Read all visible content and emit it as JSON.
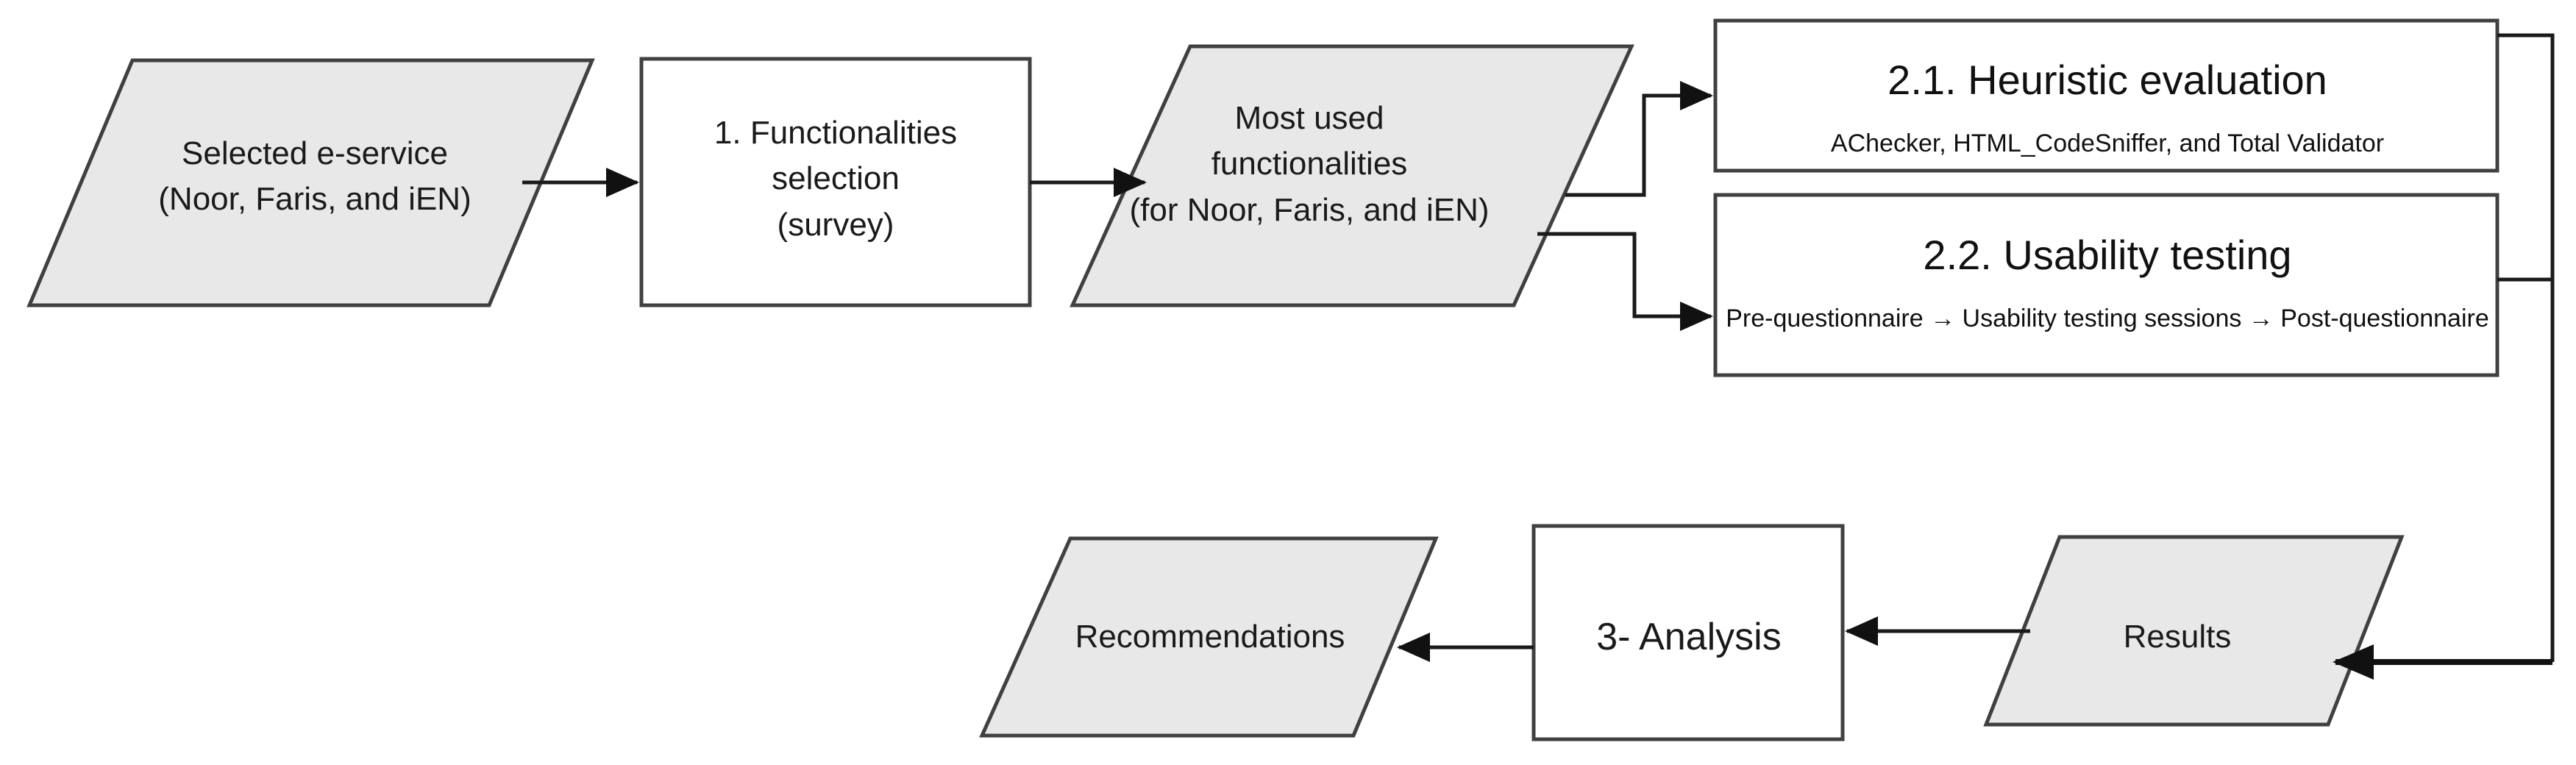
{
  "diagram": {
    "title": "Research methodology flowchart",
    "colors": {
      "shape_gray_fill": "#e8e8e8",
      "shape_white_fill": "#ffffff",
      "stroke": "#404040",
      "connector": "#1a1a1a",
      "text": "#1a1a1a"
    },
    "nodes": {
      "selected_eservice": {
        "shape": "parallelogram",
        "text": "Selected e-service\n(Noor, Faris, and iEN)"
      },
      "functionalities_selection": {
        "shape": "rectangle",
        "text": "1. Functionalities\nselection\n(survey)"
      },
      "most_used_functionalities": {
        "shape": "parallelogram",
        "text": "Most used\nfunctionalities\n(for Noor, Faris, and iEN)"
      },
      "heuristic_evaluation": {
        "shape": "rectangle",
        "title": "2.1. Heuristic evaluation",
        "subtitle": "AChecker, HTML_CodeSniffer, and Total Validator"
      },
      "usability_testing": {
        "shape": "rectangle",
        "title": "2.2. Usability testing",
        "subtitle": "Pre-questionnaire → Usability testing sessions → Post-questionnaire"
      },
      "results": {
        "shape": "parallelogram",
        "text": "Results"
      },
      "analysis": {
        "shape": "rectangle",
        "text": "3- Analysis"
      },
      "recommendations": {
        "shape": "parallelogram",
        "text": "Recommendations"
      }
    },
    "edges": [
      {
        "from": "selected_eservice",
        "to": "functionalities_selection",
        "style": "arrow-right"
      },
      {
        "from": "functionalities_selection",
        "to": "most_used_functionalities",
        "style": "arrow-right"
      },
      {
        "from": "most_used_functionalities",
        "to": "heuristic_evaluation",
        "style": "elbow-up-arrow-right"
      },
      {
        "from": "most_used_functionalities",
        "to": "usability_testing",
        "style": "elbow-down-arrow-right"
      },
      {
        "from": "heuristic_evaluation",
        "to": "results",
        "style": "elbow-right-down-left-arrow"
      },
      {
        "from": "usability_testing",
        "to": "results",
        "style": "elbow-right-down-left-arrow"
      },
      {
        "from": "results",
        "to": "analysis",
        "style": "arrow-left"
      },
      {
        "from": "analysis",
        "to": "recommendations",
        "style": "arrow-left"
      }
    ]
  }
}
